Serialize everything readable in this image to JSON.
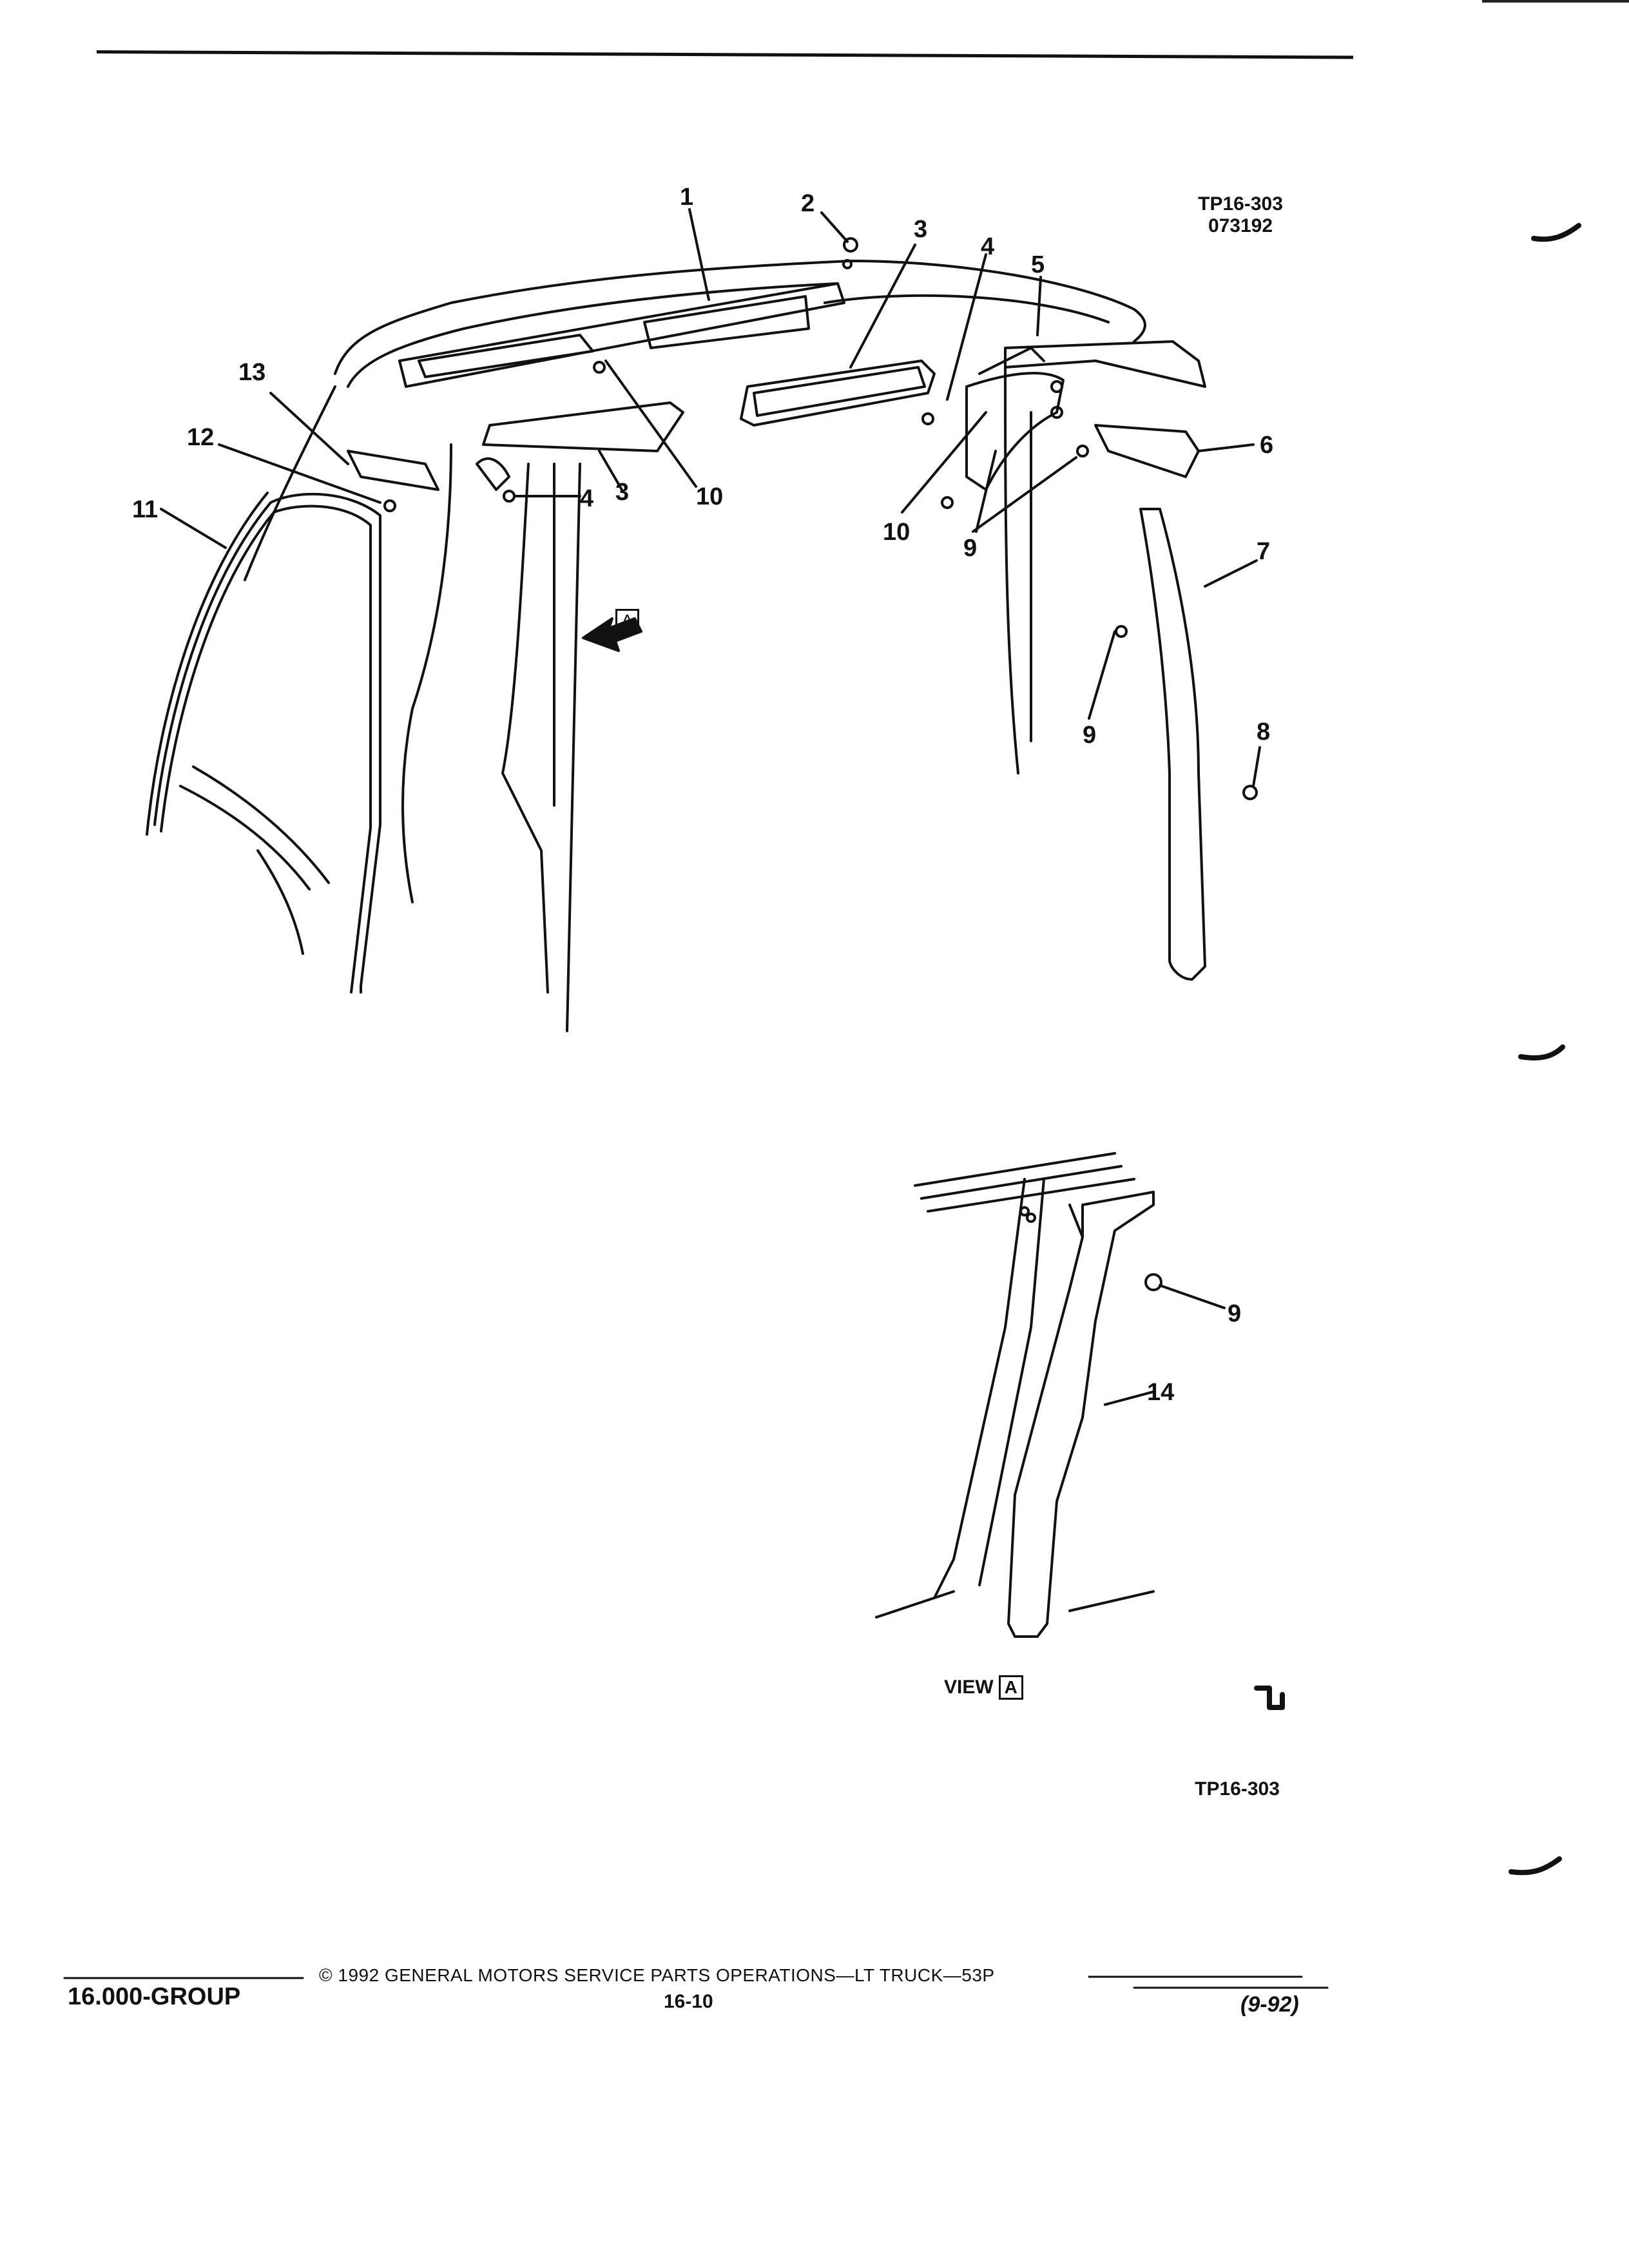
{
  "header": {
    "ref_code_line1": "TP16-303",
    "ref_code_line2": "073192"
  },
  "callouts": {
    "c1": "1",
    "c2": "2",
    "c3a": "3",
    "c3b": "3",
    "c4a": "4",
    "c4b": "4",
    "c5": "5",
    "c6": "6",
    "c7": "7",
    "c8": "8",
    "c9a": "9",
    "c9b": "9",
    "c9c": "9",
    "c10a": "10",
    "c10b": "10",
    "c11": "11",
    "c12": "12",
    "c13": "13",
    "c14": "14",
    "arrow_view": "A"
  },
  "detail": {
    "view_label": "VIEW",
    "view_letter": "A",
    "ref_code": "TP16-303"
  },
  "footer": {
    "group": "16.000-GROUP",
    "copyright": "© 1992 GENERAL MOTORS SERVICE PARTS OPERATIONS—LT TRUCK—53P",
    "page": "16-10",
    "date": "(9-92)"
  },
  "colors": {
    "ink": "#111111",
    "paper": "#ffffff"
  }
}
